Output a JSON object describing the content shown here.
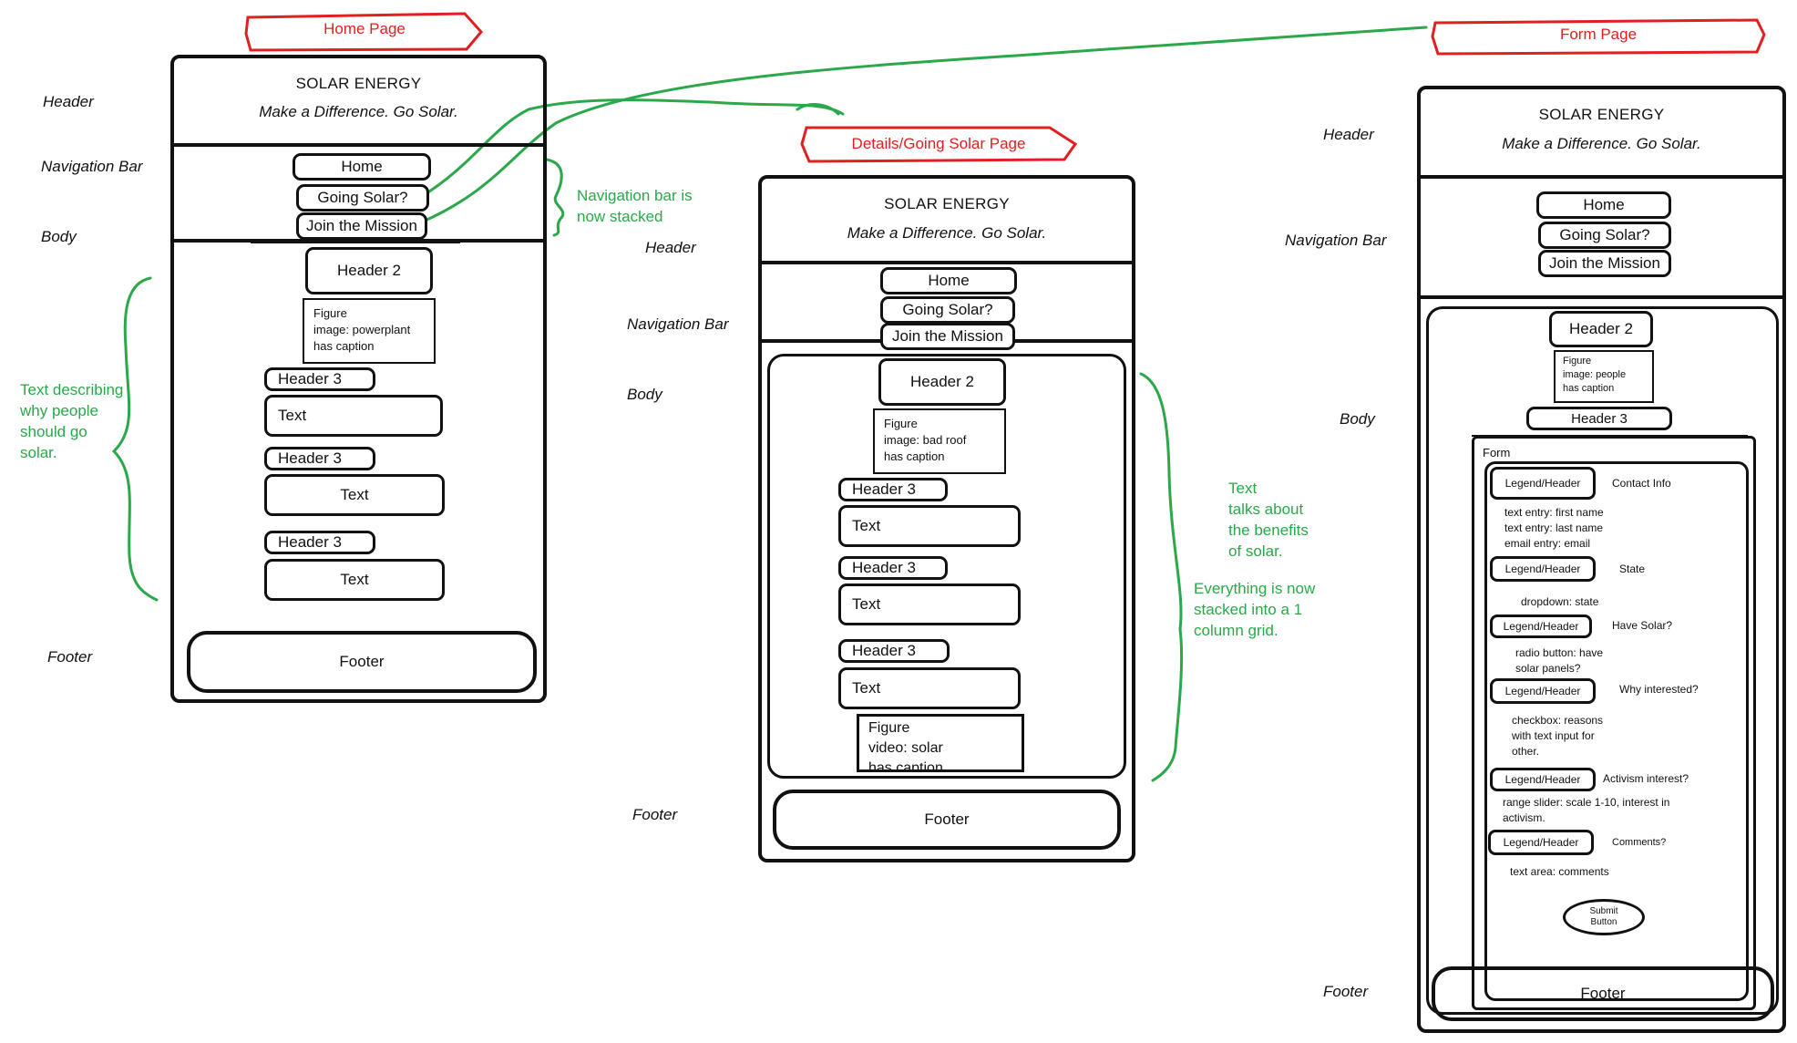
{
  "brand": {
    "title": "SOLAR ENERGY",
    "tagline": "Make a Difference. Go Solar."
  },
  "colors": {
    "annotation": "#2aa84a",
    "page_title": "#e02020",
    "stroke": "#111111"
  },
  "labels": {
    "header": "Header",
    "nav": "Navigation Bar",
    "body": "Body",
    "footer": "Footer"
  },
  "home": {
    "page_title": "Home Page",
    "nav": [
      "Home",
      "Going Solar?",
      "Join the Mission"
    ],
    "header2": "Header 2",
    "figure": "Figure\nimage: powerplant\nhas caption",
    "sections": [
      {
        "h3": "Header 3",
        "text": "Text"
      },
      {
        "h3": "Header 3",
        "text": "Text"
      },
      {
        "h3": "Header 3",
        "text": "Text"
      }
    ],
    "footer": "Footer",
    "note_nav": "Navigation bar is\nnow stacked",
    "note_body": "Text describing\nwhy people\nshould go\nsolar."
  },
  "details": {
    "page_title": "Details/Going Solar Page",
    "nav": [
      "Home",
      "Going Solar?",
      "Join the Mission"
    ],
    "header2": "Header 2",
    "figure": "Figure\nimage: bad roof\nhas caption",
    "sections": [
      {
        "h3": "Header 3",
        "text": "Text"
      },
      {
        "h3": "Header 3",
        "text": "Text"
      },
      {
        "h3": "Header 3",
        "text": "Text"
      }
    ],
    "video": "Figure\nvideo: solar\nhas caption",
    "footer": "Footer",
    "note_text": "Text\ntalks about\nthe benefits\nof solar.",
    "note_grid": "Everything is now\nstacked into a 1\ncolumn grid."
  },
  "form": {
    "page_title": "Form Page",
    "nav": [
      "Home",
      "Going Solar?",
      "Join the Mission"
    ],
    "header2": "Header 2",
    "figure": "Figure\nimage: people\nhas caption",
    "header3": "Header 3",
    "form_label": "Form",
    "groups": [
      {
        "legend": "Legend/Header",
        "title": "Contact Info",
        "desc": "text entry: first name\ntext entry: last name\nemail entry: email"
      },
      {
        "legend": "Legend/Header",
        "title": "State",
        "desc": "dropdown: state"
      },
      {
        "legend": "Legend/Header",
        "title": "Have Solar?",
        "desc": "radio button: have\nsolar panels?"
      },
      {
        "legend": "Legend/Header",
        "title": "Why interested?",
        "desc": "checkbox: reasons\nwith text input for\nother."
      },
      {
        "legend": "Legend/Header",
        "title": "Activism interest?",
        "desc": "range slider: scale 1-10, interest in\nactivism."
      },
      {
        "legend": "Legend/Header",
        "title": "Comments?",
        "desc": "text area: comments"
      }
    ],
    "submit": "Submit\nButton",
    "footer": "Footer"
  }
}
